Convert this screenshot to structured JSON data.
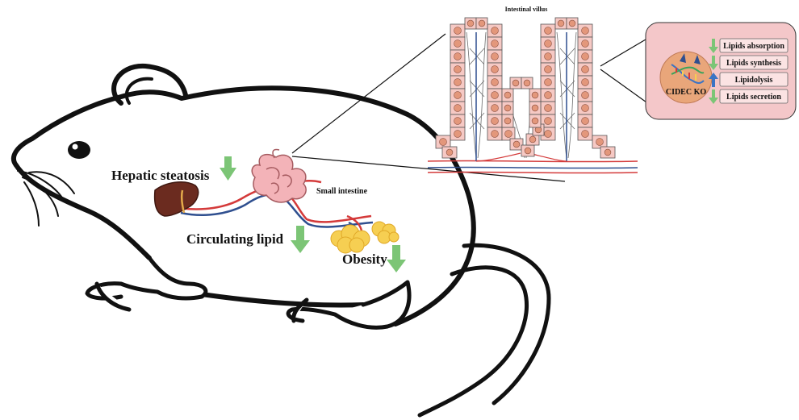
{
  "title": "Intestinal villus",
  "labels": {
    "hepatic": "Hepatic steatosis",
    "circulating": "Circulating lipid",
    "obesity": "Obesity",
    "small_intestine": "Small intestine",
    "villus": "Intestinal villus"
  },
  "knockout": {
    "label": "CIDEC KO",
    "effects": [
      {
        "text": "Lipids absorption",
        "direction": "down"
      },
      {
        "text": "Lipids synthesis",
        "direction": "down"
      },
      {
        "text": "Lipidolysis",
        "direction": "up"
      },
      {
        "text": "Lipids secretion",
        "direction": "down"
      }
    ]
  },
  "colors": {
    "arrow_down": "#7cc576",
    "arrow_up": "#3b74c4",
    "liver": "#6b2b1f",
    "fat": "#f6cf52",
    "intestine": "#f3b3b8",
    "panel": "#f4c7c9",
    "cell": "#f6c9c4",
    "nucleus": "#e3977b",
    "artery": "#d43a3a",
    "vein": "#2f4f8f"
  }
}
